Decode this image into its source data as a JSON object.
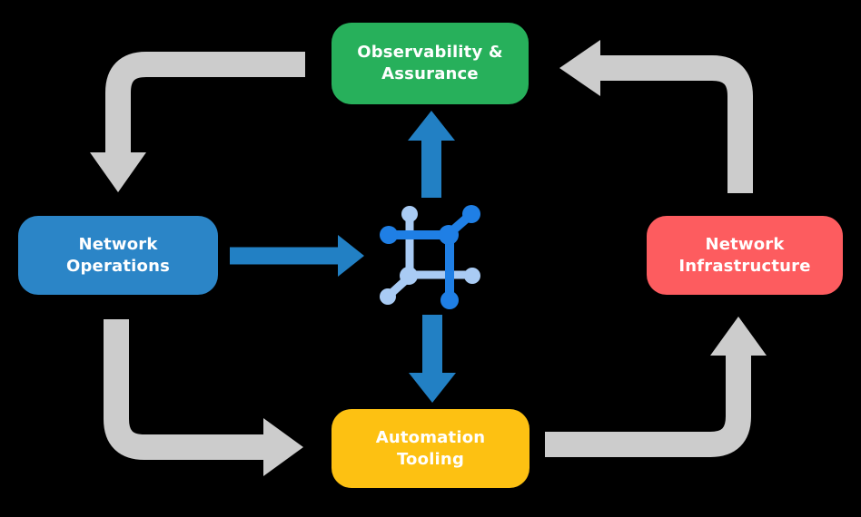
{
  "diagram": {
    "nodes": {
      "observability": {
        "label": "Observability & Assurance",
        "color": "#27B05B"
      },
      "operations": {
        "label": "Network Operations",
        "color": "#2B85C7"
      },
      "infrastructure": {
        "label": "Network Infrastructure",
        "color": "#FD5C5F"
      },
      "automation": {
        "label": "Automation Tooling",
        "color": "#FDC112"
      }
    },
    "center_icon": "network-mesh-icon",
    "cycle_arrows": [
      {
        "from": "Observability & Assurance",
        "to": "Network Operations"
      },
      {
        "from": "Network Operations",
        "to": "Automation Tooling"
      },
      {
        "from": "Automation Tooling",
        "to": "Network Infrastructure"
      },
      {
        "from": "Network Infrastructure",
        "to": "Observability & Assurance"
      }
    ],
    "flow_arrows": [
      {
        "from": "Network Operations",
        "to": "center icon"
      },
      {
        "from": "center icon",
        "to": "Observability & Assurance"
      },
      {
        "from": "center icon",
        "to": "Automation Tooling"
      }
    ],
    "colors": {
      "background": "#000000",
      "cycle_arrow": "#CCCCCC",
      "flow_arrow": "#2280C4",
      "icon_primary": "#1F7FE5",
      "icon_secondary": "#A9CBF4",
      "node_text": "#FFFFFF"
    }
  }
}
